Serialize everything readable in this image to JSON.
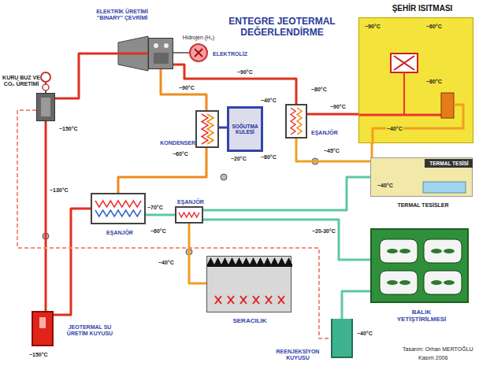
{
  "diagram": {
    "title": "ENTEGRE JEOTERMAL DEĞERLENDİRME",
    "nodes": [
      {
        "text": [
          "KURU BUZ VE CO₂ ÜRETİMİ"
        ]
      },
      {
        "text": [
          "ELEKTRİK ÜRETİMİ \"BINARY\" ÇEVRİMİ"
        ]
      },
      {
        "text": [
          "Hidrojen (H₂)",
          "ELEKTROLİZ"
        ]
      },
      {
        "text": [
          "KONDENSER"
        ]
      },
      {
        "text": [
          "SOĞUTMA KULESİ"
        ]
      },
      {
        "text": [
          "EŞANJÖR"
        ]
      },
      {
        "text": [
          "ŞEHİR ISITMASI"
        ]
      },
      {
        "text": [
          "TERMAL TESİSİ",
          "TERMAL TESİSLER"
        ]
      },
      {
        "text": [
          "EŞANJÖR"
        ]
      },
      {
        "text": [
          "EŞANJÖR"
        ]
      },
      {
        "text": [
          "SERACILIK"
        ]
      },
      {
        "text": [
          "BALIK YETİŞTİRİLMESİ"
        ]
      },
      {
        "text": [
          "REENJEKSİYON KUYUSU"
        ]
      },
      {
        "text": [
          "JEOTERMAL SU ÜRETİM KUYUSU"
        ]
      }
    ],
    "edges": [
      {
        "from": 13,
        "to": 0,
        "arrow": "none"
      },
      {
        "from": 0,
        "to": 1,
        "arrow": "none"
      },
      {
        "from": 1,
        "to": 2,
        "arrow": "none"
      },
      {
        "from": 1,
        "to": 5,
        "arrow": "none"
      },
      {
        "from": 1,
        "to": 3,
        "arrow": "none"
      },
      {
        "from": 3,
        "to": 4,
        "arrow": "none"
      },
      {
        "from": 5,
        "to": 6,
        "arrow": "none"
      },
      {
        "from": 6,
        "to": 5,
        "arrow": "none"
      },
      {
        "from": 3,
        "to": 8,
        "arrow": "none"
      },
      {
        "from": 13,
        "to": 8,
        "arrow": "none"
      },
      {
        "from": 8,
        "to": 9,
        "arrow": "none"
      },
      {
        "from": 9,
        "to": 10,
        "arrow": "none"
      },
      {
        "from": 9,
        "to": 7,
        "arrow": "none"
      },
      {
        "from": 9,
        "to": 11,
        "arrow": "none"
      },
      {
        "from": 11,
        "to": 12,
        "arrow": "none"
      },
      {
        "from": 0,
        "to": 12,
        "arrow": "none"
      }
    ],
    "labels": [
      "~90°C",
      "~40°C",
      "~90°C",
      "~80°C",
      "~90°C",
      "~90°C",
      "~60°C",
      "~80°C",
      "~40°C",
      "~60°C",
      "~20°C",
      "~80°C",
      "~45°C",
      "~150°C",
      "~130°C",
      "~70°C",
      "~60°C",
      "~40°C",
      "~40°C",
      "~20-30°C",
      "~40°C",
      "~150°C",
      "Tasarım: Orhan MERTOĞLU",
      "Kasım 2006"
    ]
  }
}
